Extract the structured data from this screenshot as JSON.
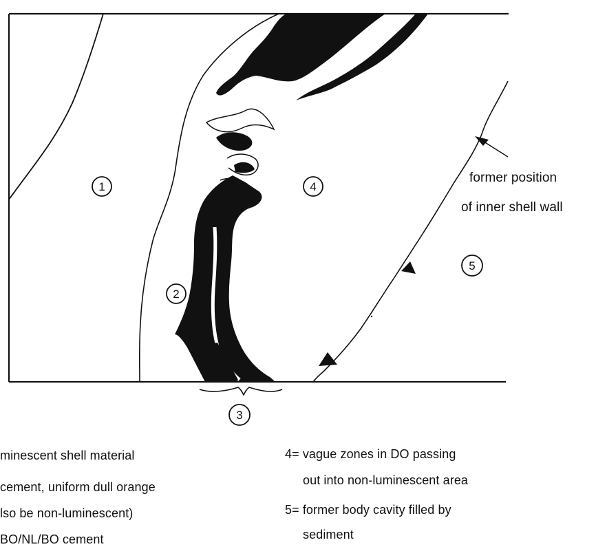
{
  "zones": [
    {
      "number": "1"
    },
    {
      "number": "2"
    },
    {
      "number": "3"
    },
    {
      "number": "4"
    },
    {
      "number": "5"
    }
  ],
  "callout": {
    "line1": "former position",
    "line2": "of inner shell wall"
  },
  "legend": {
    "left": [
      "minescent shell material",
      "cement,  uniform dull orange",
      "lso be non-luminescent)",
      "BO/NL/BO cement"
    ],
    "right": [
      "4= vague zones in DO passing",
      "out into non-luminescent area",
      "5= former body cavity filled by",
      "sediment"
    ]
  },
  "colors": {
    "ink": "#111111",
    "paper": "#ffffff"
  }
}
